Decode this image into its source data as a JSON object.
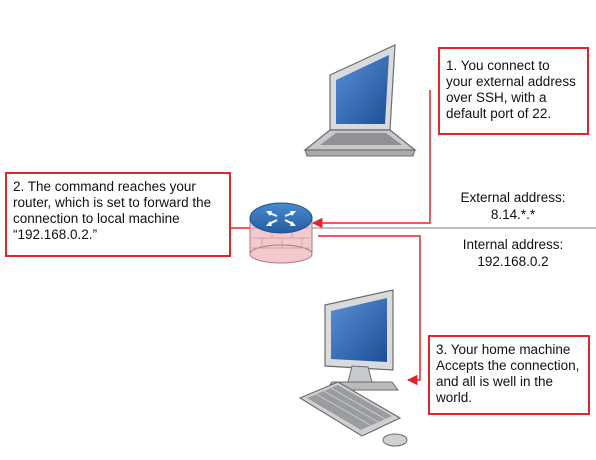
{
  "notes": {
    "step1": [
      "1. You connect to",
      "your external address",
      "over SSH, with a",
      "default port of 22."
    ],
    "step2": [
      "2. The command reaches your",
      "router, which is set to forward the",
      "connection to local machine",
      "“192.168.0.2.”"
    ],
    "step3": [
      "3. Your home machine",
      "Accepts the connection,",
      "and all is well in the",
      "world."
    ]
  },
  "addresses": {
    "external": [
      "External address:",
      "8.14.*.*"
    ],
    "internal": [
      "Internal address:",
      "192.168.0.2"
    ]
  },
  "icons": {
    "laptop": "laptop-icon",
    "router": "router-icon",
    "desktop": "desktop-computer-icon"
  },
  "colors": {
    "annotation": "#e0262b",
    "divider": "#9a9a9a",
    "router_top": "#2f6fb0",
    "router_brick": "#f2c9cc"
  }
}
